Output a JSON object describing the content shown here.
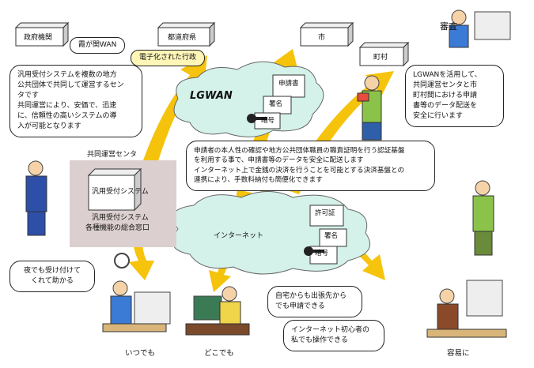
{
  "orgs": {
    "government": "政府機関",
    "prefecture": "都道府県",
    "city": "市",
    "town": "町村"
  },
  "labels": {
    "kasumigaseki_wan": "霞が関WAN",
    "electronic_admin": "電子化された行政",
    "review": "審査",
    "lgwan_logo": "LGWAN",
    "application": "申請書",
    "signature": "署名",
    "encryption": "暗号",
    "permit": "許可証",
    "internet": "インターネット",
    "shared_center": "共同運営センタ",
    "general_system": "汎用受付システム",
    "general_system_2": "汎用受付システム",
    "general_window": "各種機能の総合窓口",
    "anytime": "いつでも",
    "anywhere": "どこでも",
    "easily": "容易に"
  },
  "bubbles": {
    "shared_operation": [
      "汎用受付システムを複数の地方",
      "公共団体で共同して運営するセン",
      "タです",
      "共同運営により、安価で、迅速",
      "に、信頼性の高いシステムの導",
      "入が可能となります"
    ],
    "lgwan_desc": [
      "LGWANを活用して、",
      "共同運営センタと市",
      "町村間における申請",
      "書等のデータ配送を",
      "安全に行います"
    ],
    "auth_desc": [
      "申請者の本人性の確認や地方公共団体職員の職責証明を行う認証基盤",
      "を利用する事で、申請書等のデータを安全に配送します",
      "インターネット上で金銭の決済を行うことを可能とする決済基盤との",
      "連携により、手数料納付も簡便化できます"
    ],
    "night": [
      "夜でも受け付けて",
      "くれて助かる"
    ],
    "home": [
      "自宅からも出張先から",
      "でも申請できる"
    ],
    "beginner": [
      "インターネット初心者の",
      "私でも操作できる"
    ]
  },
  "colors": {
    "arrow": "#f5c000",
    "cloud": "#d4f1ea",
    "center_box": "#dccfcf",
    "lgwan_arrow": "#f07a1a",
    "bubble_yellow": "#fff6b8"
  }
}
